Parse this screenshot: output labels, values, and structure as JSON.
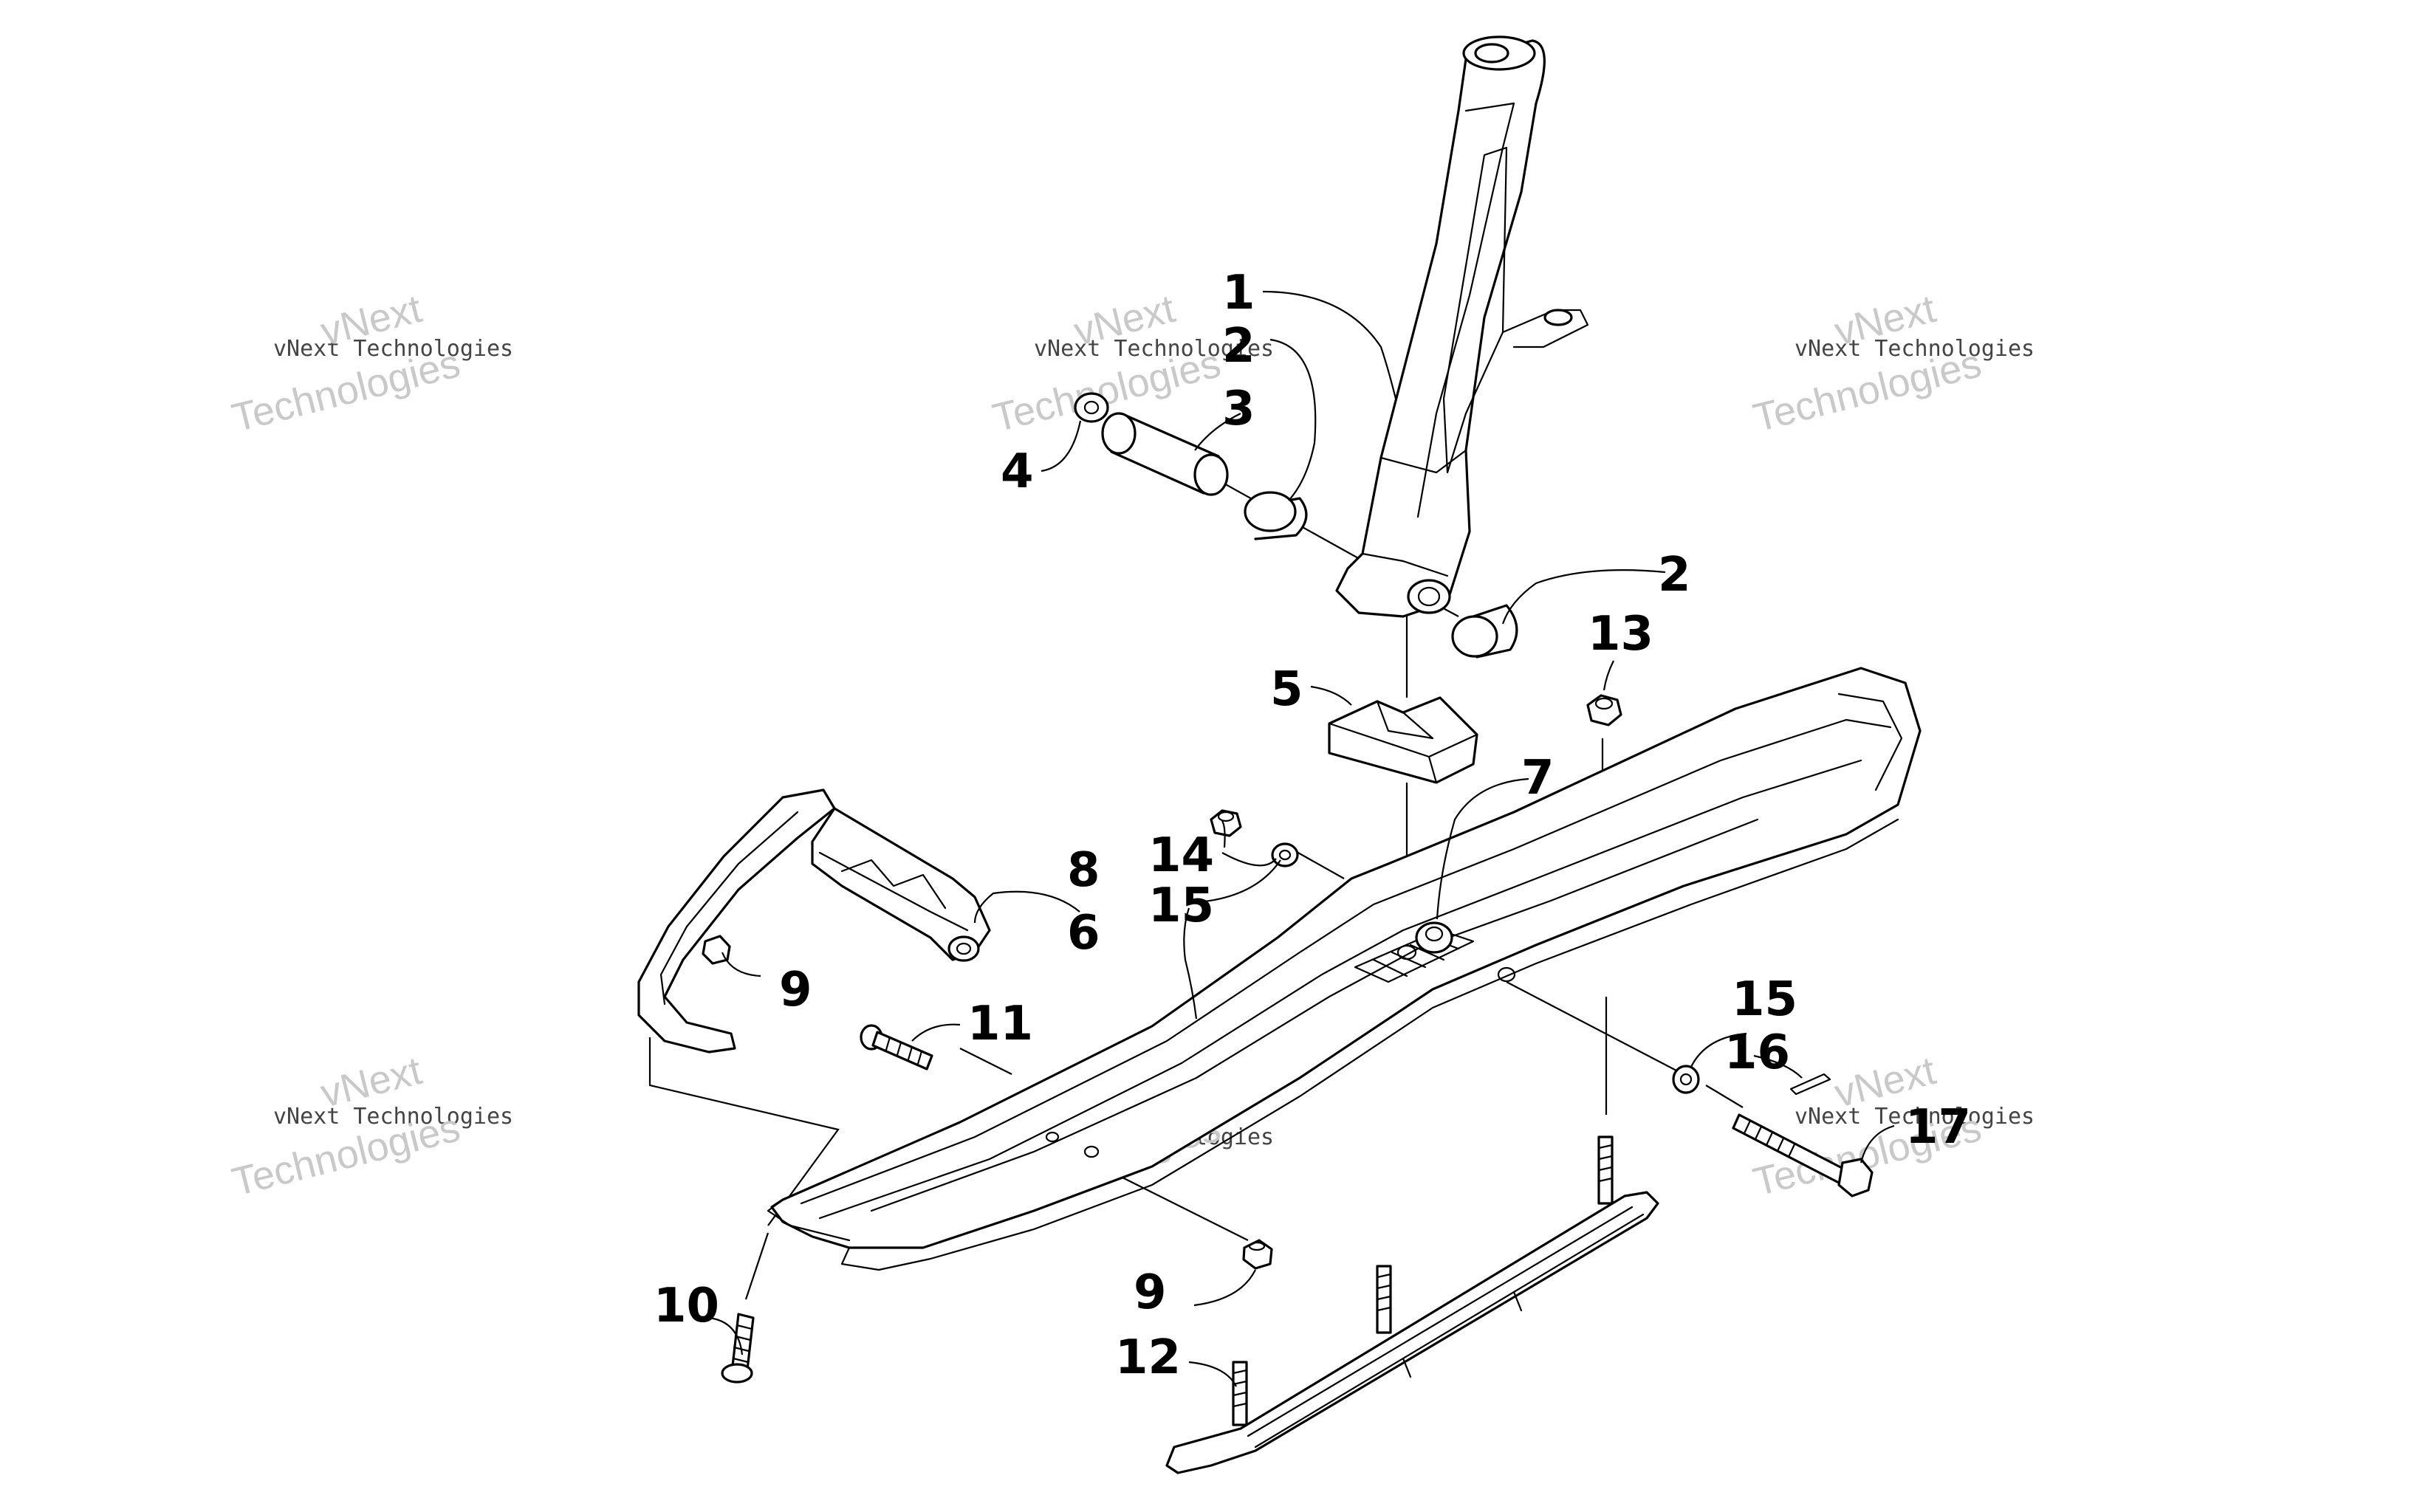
{
  "callouts": {
    "c1": "1",
    "c2a": "2",
    "c2b": "2",
    "c3": "3",
    "c4": "4",
    "c5": "5",
    "c6": "6",
    "c7": "7",
    "c8": "8",
    "c9a": "9",
    "c9b": "9",
    "c10": "10",
    "c11": "11",
    "c12": "12",
    "c13": "13",
    "c14": "14",
    "c15a": "15",
    "c15b": "15",
    "c16": "16",
    "c17": "17"
  },
  "watermark": {
    "line1": "vNext Technologies",
    "line2a": "vNext",
    "line2b": "Technologies"
  }
}
